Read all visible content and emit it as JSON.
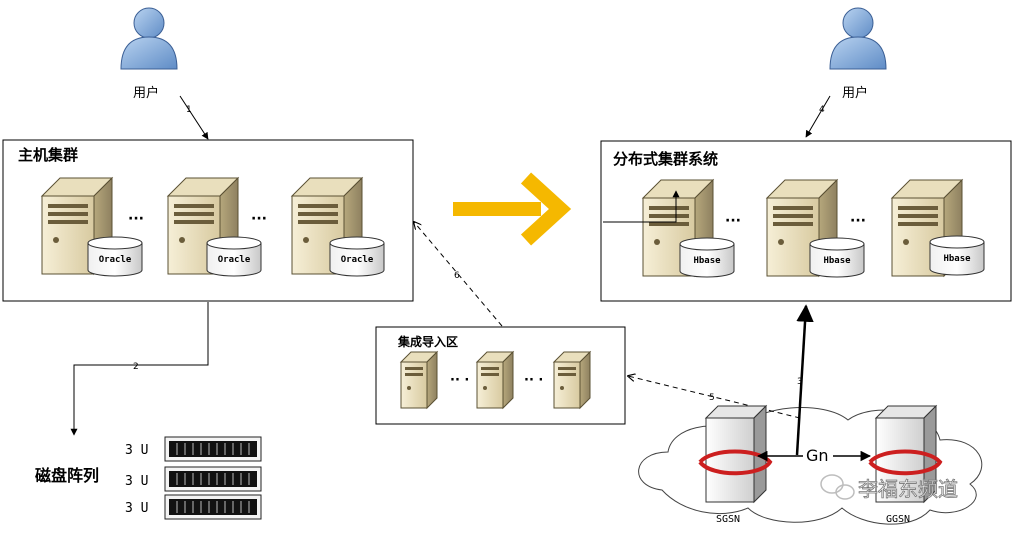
{
  "users": {
    "left_label": "用户",
    "right_label": "用户"
  },
  "host_cluster": {
    "title": "主机集群",
    "db_labels": [
      "Oracle",
      "Oracle",
      "Oracle"
    ],
    "ellipsis": "···"
  },
  "distributed_system": {
    "title": "分布式集群系统",
    "db_labels": [
      "Hbase",
      "Hbase",
      "Hbase"
    ],
    "ellipsis": "···"
  },
  "import_zone": {
    "title": "集成导入区",
    "dots": "·· ·"
  },
  "disk_array": {
    "title": "磁盘阵列",
    "units": [
      "3 U",
      "3 U",
      "3 U"
    ]
  },
  "network": {
    "gn_label": "Gn",
    "sgsn_label": "SGSN",
    "ggsn_label": "GGSN"
  },
  "arrows": {
    "a1": "1",
    "a2": "2",
    "a3": "3",
    "a4": "4",
    "a5": "5",
    "a6": "6"
  },
  "watermark": {
    "text": "李福东频道"
  },
  "colors": {
    "user_blue": "#7fa7d8",
    "server_beige": "#efe6c8",
    "transition_arrow": "#f5b800",
    "swirl_red": "#cc1f1f"
  }
}
